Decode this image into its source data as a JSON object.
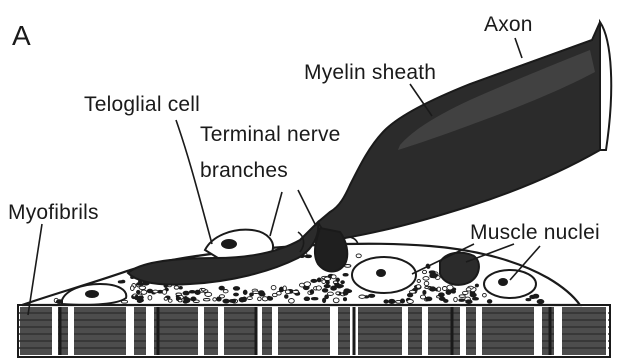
{
  "figure": {
    "panel_letter": "A",
    "labels": {
      "axon": "Axon",
      "myelin_sheath": "Myelin sheath",
      "teloglial_cell": "Teloglial cell",
      "terminal_nerve_branches_line1": "Terminal nerve",
      "terminal_nerve_branches_line2": "branches",
      "myofibrils": "Myofibrils",
      "muscle_nuclei": "Muscle nuclei"
    },
    "colors": {
      "ink": "#1a1a1a",
      "fill_dark": "#2b2b2b",
      "fill_mid": "#4a4a4a",
      "paper": "#ffffff"
    }
  }
}
